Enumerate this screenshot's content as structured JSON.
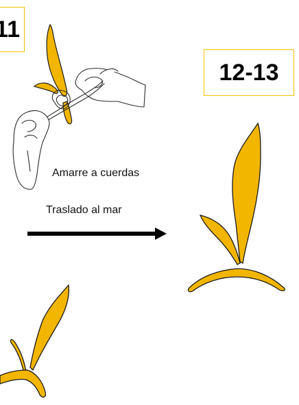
{
  "steps": {
    "left_number": "11",
    "right_number": "12-13"
  },
  "captions": {
    "tie": "Amarre a cuerdas",
    "transfer": "Traslado al mar"
  },
  "colors": {
    "seaweed_fill": "#f2b600",
    "outline": "#1a1a1a",
    "box_border": "#f2c200",
    "arrow": "#000000"
  },
  "icons": {
    "arrow": "right-arrow-icon",
    "hands": "hands-tying-icon"
  }
}
